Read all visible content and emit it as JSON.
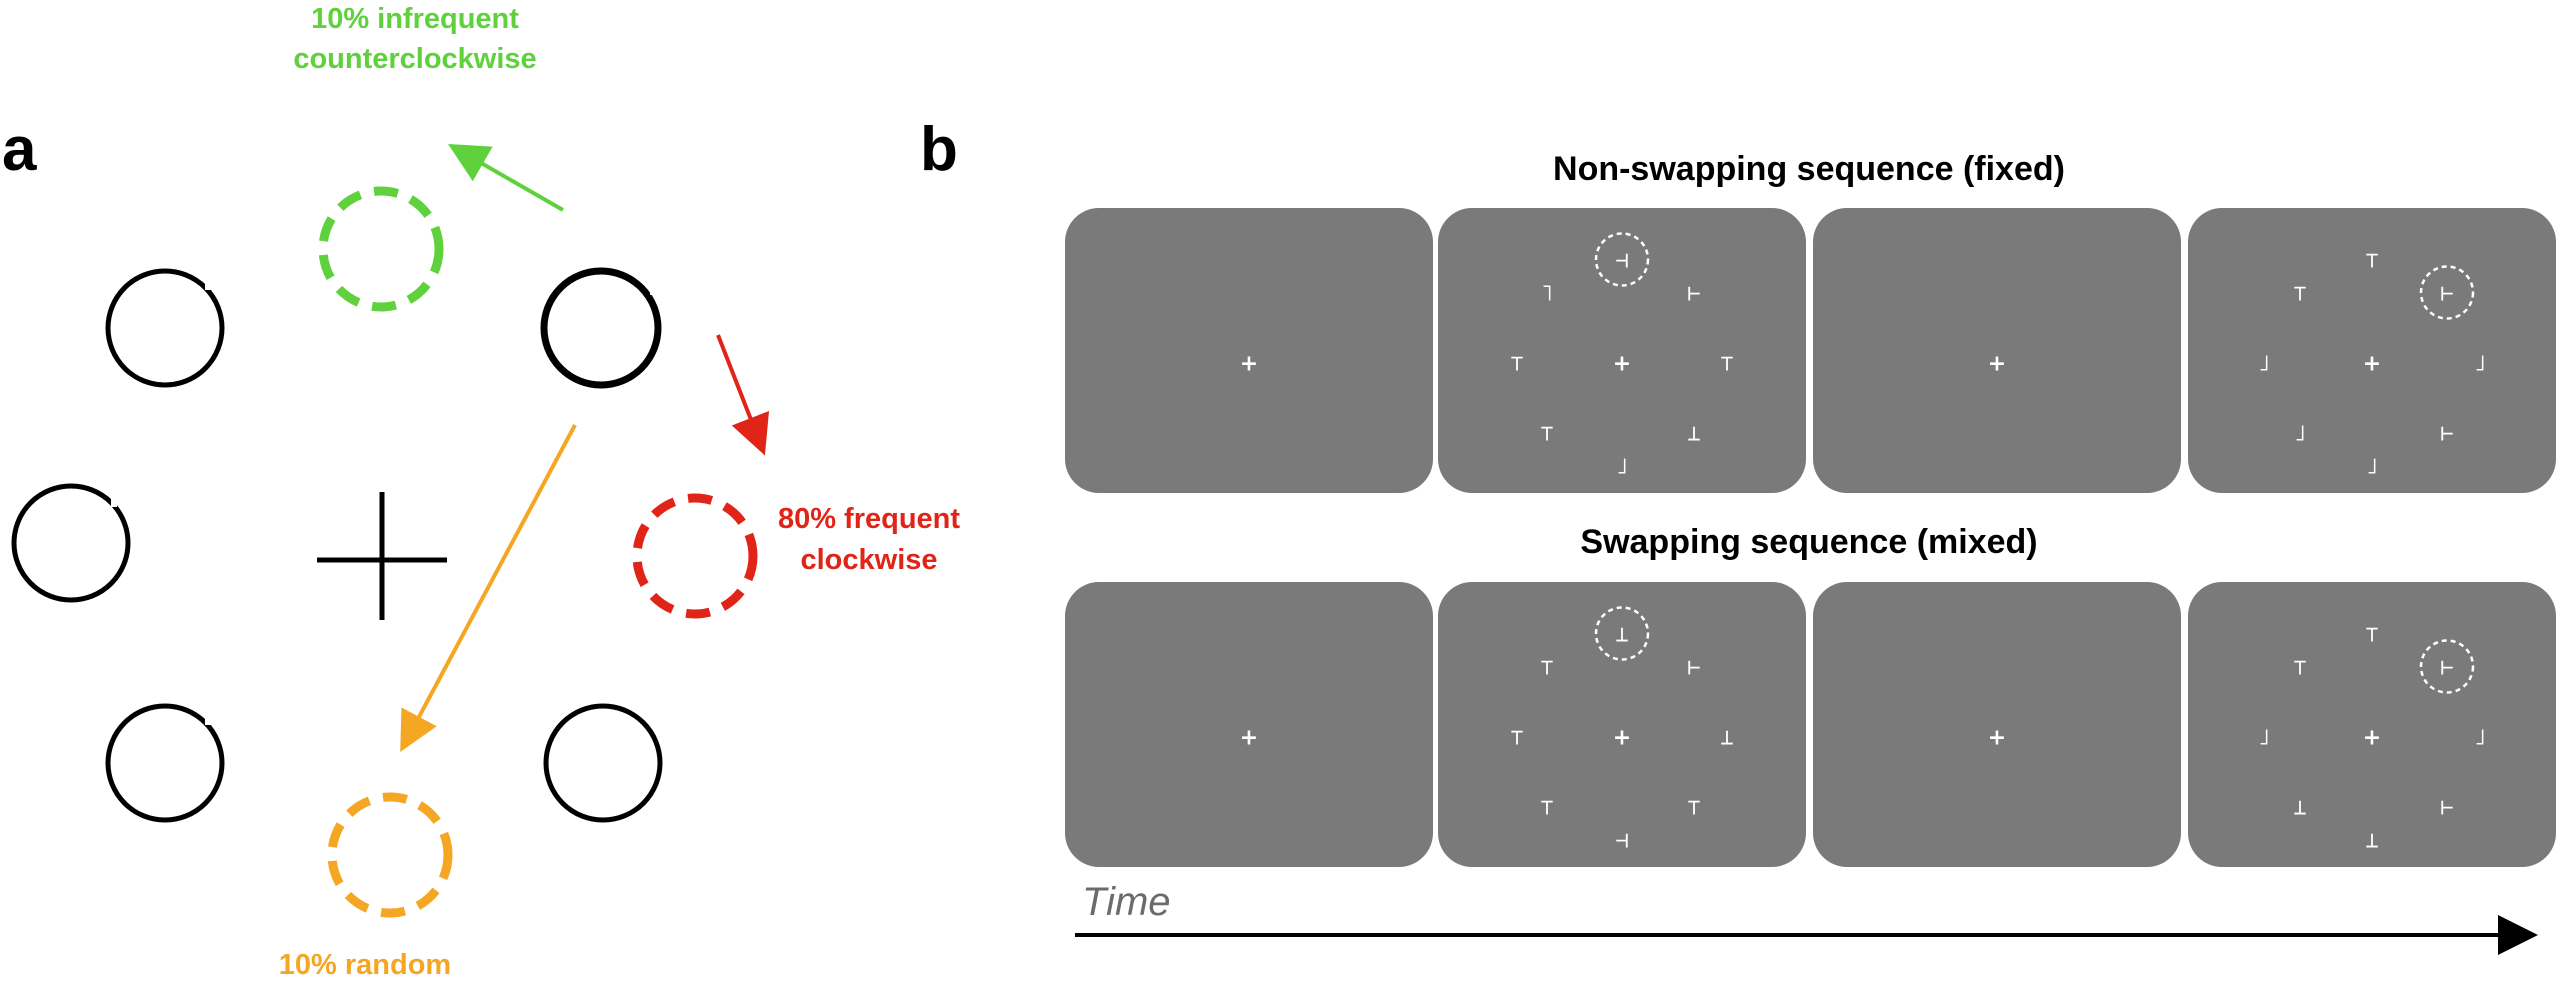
{
  "panel_a": {
    "letter": "a",
    "labels": {
      "counterclockwise": [
        "10% infrequent",
        "counterclockwise"
      ],
      "clockwise": [
        "80% frequent",
        "clockwise"
      ],
      "random": "10% random"
    },
    "colors": {
      "green": "#5ed13c",
      "red": "#e02418",
      "orange": "#f5a623",
      "black": "#000000"
    }
  },
  "panel_b": {
    "letter": "b",
    "rows": [
      {
        "title": "Non-swapping sequence (fixed)",
        "frames": [
          {
            "type": "fixation",
            "glyphs": []
          },
          {
            "type": "search",
            "glyphs": [
              "⊣",
              "˥",
              "⊢",
              "⊤",
              "⊤",
              "⊤",
              "⊥",
              "˩"
            ]
          },
          {
            "type": "fixation",
            "glyphs": []
          },
          {
            "type": "search",
            "glyphs": [
              "⊤",
              "⊤",
              "⊢",
              "˩",
              "˩",
              "˩",
              "⊢",
              "˩"
            ]
          }
        ]
      },
      {
        "title": "Swapping sequence (mixed)",
        "frames": [
          {
            "type": "fixation",
            "glyphs": []
          },
          {
            "type": "search",
            "glyphs": [
              "⊥",
              "⊤",
              "⊢",
              "⊤",
              "⊥",
              "⊤",
              "⊤",
              "⊣"
            ]
          },
          {
            "type": "fixation",
            "glyphs": []
          },
          {
            "type": "search",
            "glyphs": [
              "⊤",
              "⊤",
              "⊢",
              "˩",
              "˩",
              "⊥",
              "⊢",
              "⊥"
            ]
          }
        ]
      }
    ],
    "fixation_symbol": "+",
    "frame_color": "#7a7a7a",
    "time_label": "Time"
  }
}
